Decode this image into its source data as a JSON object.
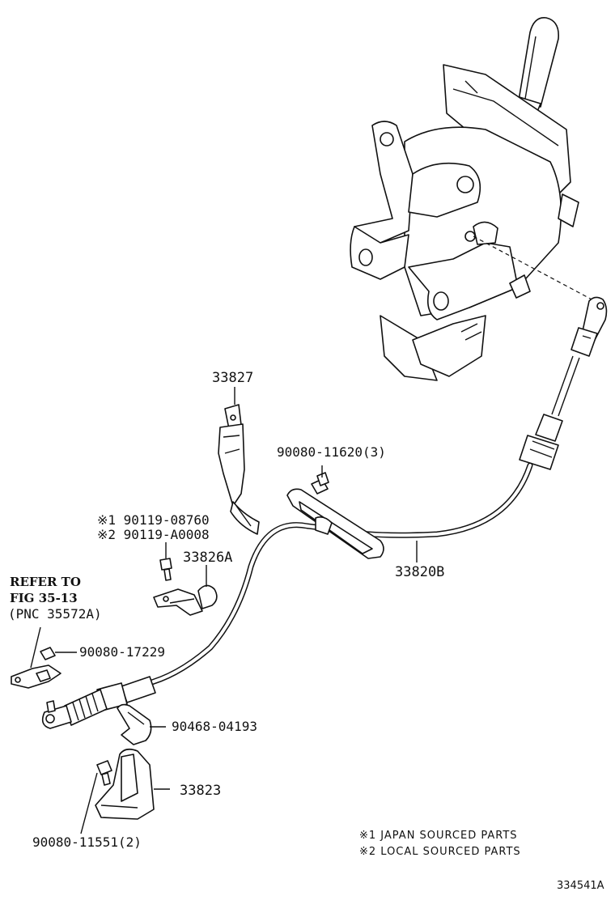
{
  "labels": {
    "shift_lever_clip": "33827",
    "plate_bolt": "90080-11620(3)",
    "screw_note_1": "※1 90119-08760",
    "screw_note_2": "※2 90119-A0008",
    "cable_clip": "33826A",
    "refer_line1": "REFER TO",
    "refer_line2": "FIG 35-13",
    "refer_line3": "(PNC 35572A)",
    "nut": "90080-17229",
    "control_cable": "33820B",
    "retainer_clip": "90468-04193",
    "cable_bracket": "33823",
    "bracket_bolt": "90080-11551(2)",
    "legend_1": "※1 JAPAN SOURCED PARTS",
    "legend_2": "※2 LOCAL SOURCED PARTS",
    "diagram_id": "334541A"
  }
}
